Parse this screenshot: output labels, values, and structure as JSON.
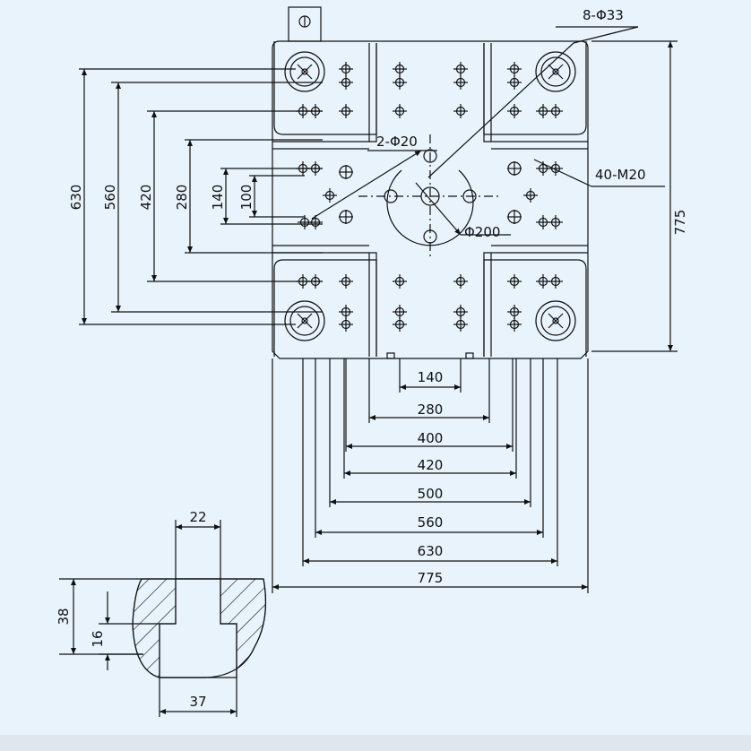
{
  "colors": {
    "background": "#e8f3fb",
    "line": "#111111"
  },
  "callouts": {
    "bolt_holes": "8-Φ33",
    "locating_holes": "2-Φ20",
    "threaded_holes": "40-M20",
    "center_circle": "Φ200"
  },
  "vertical_dims": {
    "d630": "630",
    "d560": "560",
    "d420": "420",
    "d280": "280",
    "d140": "140",
    "d100": "100"
  },
  "right_dim": "775",
  "horizontal_dims": {
    "d140": "140",
    "d280": "280",
    "d400": "400",
    "d420": "420",
    "d500": "500",
    "d560": "560",
    "d630": "630",
    "d775": "775"
  },
  "tslot": {
    "width_top": "22",
    "height": "38",
    "neck": "16",
    "width_bottom": "37"
  }
}
